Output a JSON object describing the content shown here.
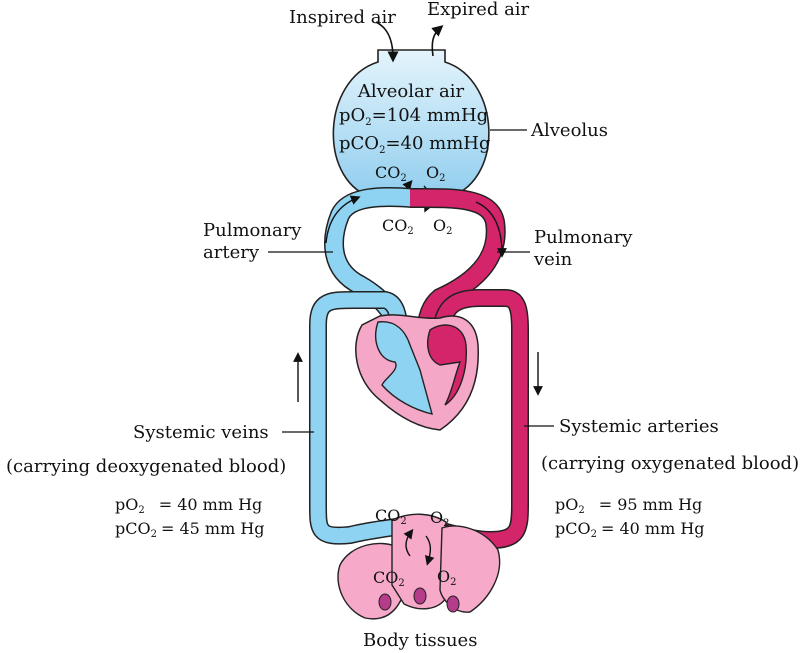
{
  "top": {
    "inspired": "Inspired air",
    "expired": "Expired air"
  },
  "alveolus": {
    "title": "Alveolar air",
    "po2_pre": "pO",
    "po2_sub": "2",
    "po2_post": "=104 mmHg",
    "pco2_pre": "pCO",
    "pco2_sub": "2",
    "pco2_post": "=40 mmHg",
    "gas_co2": "CO",
    "gas_o2": "O",
    "sub2": "2",
    "label": "Alveolus"
  },
  "capillary_top": {
    "co2": "CO",
    "o2": "O",
    "sub2": "2"
  },
  "pulmonary_artery": {
    "line1": "Pulmonary",
    "line2": "artery"
  },
  "pulmonary_vein": {
    "line1": "Pulmonary",
    "line2": "vein"
  },
  "systemic_veins": {
    "label": "Systemic veins",
    "desc": "(carrying deoxygenated blood)",
    "po2_pre": "pO",
    "po2_post": "= 40 mm Hg",
    "pco2_pre": "pCO",
    "pco2_post": "= 45 mm Hg",
    "sub2": "2"
  },
  "systemic_arteries": {
    "label": "Systemic arteries",
    "desc": "(carrying oxygenated blood)",
    "po2_pre": "pO",
    "po2_post": "= 95 mm Hg",
    "pco2_pre": "pCO",
    "pco2_post": "= 40 mm Hg",
    "sub2": "2"
  },
  "tissue_top": {
    "co2": "CO",
    "o2": "O",
    "sub2": "2"
  },
  "tissue_inside": {
    "co2": "CO",
    "o2": "O",
    "sub2": "2"
  },
  "body_tissues": "Body tissues",
  "colors": {
    "deoxygenated": "#8fd3f3",
    "oxygenated": "#d4246a",
    "heart_pink": "#f4a7c6",
    "tissue": "#f6a9c8",
    "alveolus_fill": "#bfe3f6"
  }
}
